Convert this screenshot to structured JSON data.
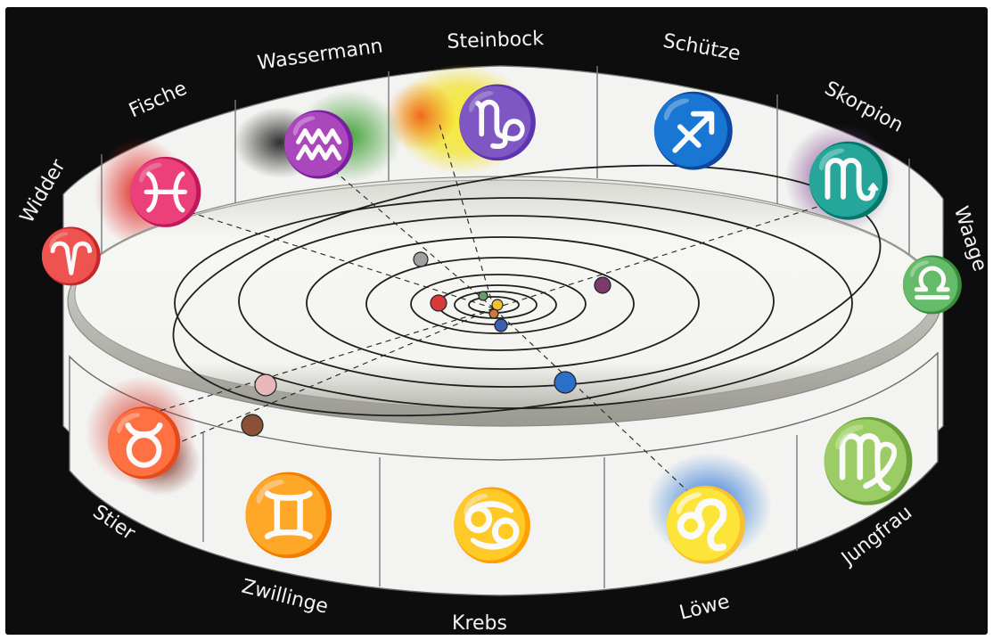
{
  "signs": [
    {
      "id": "steinbock",
      "name": "Steinbock",
      "glyph": "♑",
      "glow": "#f2e21f",
      "glow2": "#f08a1e"
    },
    {
      "id": "schuetze",
      "name": "Schütze",
      "glyph": "♐",
      "glow": "none",
      "glow2": "none"
    },
    {
      "id": "skorpion",
      "name": "Skorpion",
      "glyph": "♏",
      "glow": "#7a3a8c",
      "glow2": "#7a3a8c"
    },
    {
      "id": "waage",
      "name": "Waage",
      "glyph": "♎",
      "glow": "none",
      "glow2": "none"
    },
    {
      "id": "jungfrau",
      "name": "Jungfrau",
      "glyph": "♍",
      "glow": "none",
      "glow2": "none"
    },
    {
      "id": "loewe",
      "name": "Löwe",
      "glyph": "♌",
      "glow": "#2e7ad6",
      "glow2": "#2e7ad6"
    },
    {
      "id": "krebs",
      "name": "Krebs",
      "glyph": "♋",
      "glow": "none",
      "glow2": "none"
    },
    {
      "id": "zwillinge",
      "name": "Zwillinge",
      "glyph": "♊",
      "glow": "none",
      "glow2": "none"
    },
    {
      "id": "stier",
      "name": "Stier",
      "glyph": "♉",
      "glow": "#d8362a",
      "glow2": "#8a3a2a"
    },
    {
      "id": "widder",
      "name": "Widder",
      "glyph": "♈",
      "glow": "none",
      "glow2": "none"
    },
    {
      "id": "fische",
      "name": "Fische",
      "glyph": "♓",
      "glow": "#e0251f",
      "glow2": "#e0251f"
    },
    {
      "id": "wassermann",
      "name": "Wassermann",
      "glyph": "♒",
      "glow": "#3a9a30",
      "glow2": "#1a1a1a"
    }
  ],
  "planets": [
    {
      "id": "sun",
      "color": "#f0c030"
    },
    {
      "id": "mercury",
      "color": "#d07840"
    },
    {
      "id": "venus",
      "color": "#6a9a6a"
    },
    {
      "id": "earth",
      "color": "#3a5fb0"
    },
    {
      "id": "mars",
      "color": "#d83a3a"
    },
    {
      "id": "jupiter",
      "color": "#a0a0a0"
    },
    {
      "id": "saturn",
      "color": "#7a3a6a"
    },
    {
      "id": "uranus",
      "color": "#2a70c8"
    },
    {
      "id": "neptune",
      "color": "#e8b8b8"
    },
    {
      "id": "pluto",
      "color": "#8a5038"
    }
  ],
  "colors": {
    "background": "#0d0d0d",
    "wall": "#f1f1ef",
    "plane": "#f5f5f2"
  }
}
